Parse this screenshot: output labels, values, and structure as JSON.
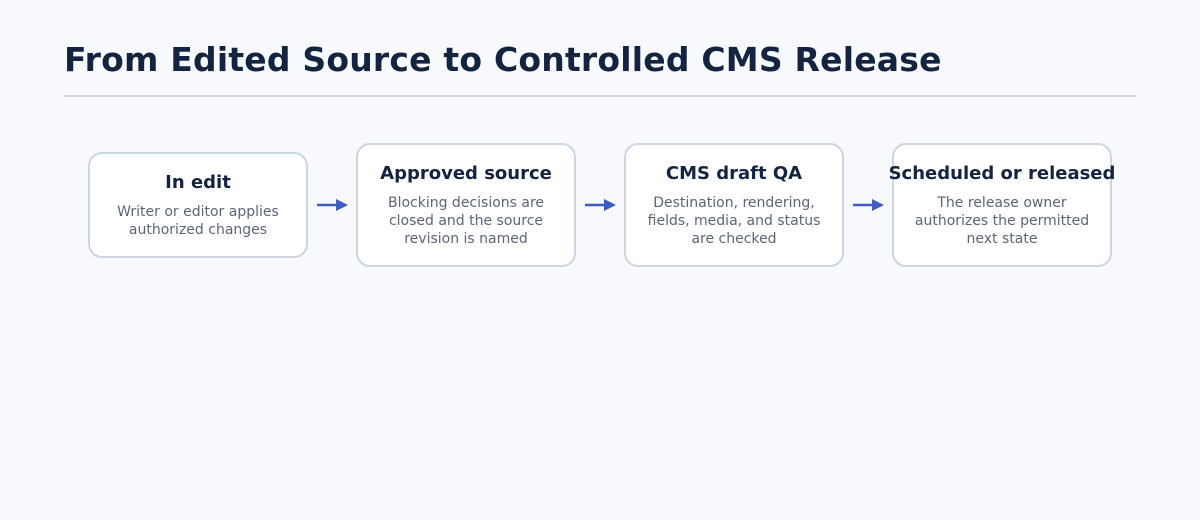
{
  "title": "From Edited Source to Controlled CMS Release",
  "colors": {
    "title": "#14233f",
    "card_border": "#cdd5e0",
    "card_background": "#ffffff",
    "description": "#5b6677",
    "arrow": "#3f5cc0",
    "background": "#f7f9fc"
  },
  "steps": [
    {
      "title": "In edit",
      "description": "Writer or editor applies authorized changes"
    },
    {
      "title": "Approved source",
      "description": "Blocking decisions are closed and the source revision is named"
    },
    {
      "title": "CMS draft QA",
      "description": "Destination, rendering, fields, media, and status are checked"
    },
    {
      "title": "Scheduled or released",
      "description": "The release owner authorizes the permitted next state"
    }
  ],
  "connector_icon": "arrow-right-icon"
}
